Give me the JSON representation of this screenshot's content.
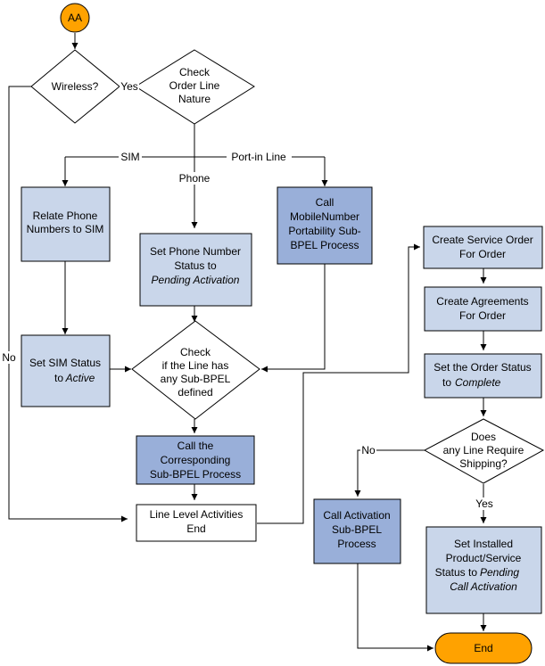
{
  "diagram": {
    "start": "AA",
    "end": "End",
    "wireless_q": "Wireless?",
    "check_nature": [
      "Check",
      "Order Line",
      "Nature"
    ],
    "label_yes_1": "Yes",
    "label_no_1": "No",
    "label_sim": "SIM",
    "label_phone": "Phone",
    "label_portin": "Port-in Line",
    "relate_phone": [
      "Relate Phone",
      "Numbers to SIM"
    ],
    "set_phone_status": [
      "Set Phone Number",
      "Status to"
    ],
    "set_phone_status_italic": "Pending Activation",
    "call_mnp": [
      "Call",
      "MobileNumber",
      "Portability Sub-",
      "BPEL Process"
    ],
    "set_sim_status": [
      "Set SIM Status",
      "to"
    ],
    "set_sim_status_italic": "Active",
    "check_subbpel": [
      "Check",
      "if the Line has",
      "any Sub-BPEL",
      "defined"
    ],
    "call_corresponding": [
      "Call the",
      "Corresponding",
      "Sub-BPEL Process"
    ],
    "line_level": [
      "Line Level Activities",
      "End"
    ],
    "create_service_order": [
      "Create Service Order",
      "For Order"
    ],
    "create_agreements": [
      "Create Agreements",
      "For Order"
    ],
    "set_order_status": "Set the Order Status",
    "set_order_status_to": "to",
    "set_order_status_italic": "Complete",
    "shipping_q": [
      "Does",
      "any Line Require",
      "Shipping?"
    ],
    "label_no_2": "No",
    "label_yes_2": "Yes",
    "call_activation": [
      "Call Activation",
      "Sub-BPEL",
      "Process"
    ],
    "set_installed": [
      "Set Installed",
      "Product/Service",
      "Status to"
    ],
    "set_installed_italic_1": "Pending",
    "set_installed_italic_2": "Call Activation"
  }
}
